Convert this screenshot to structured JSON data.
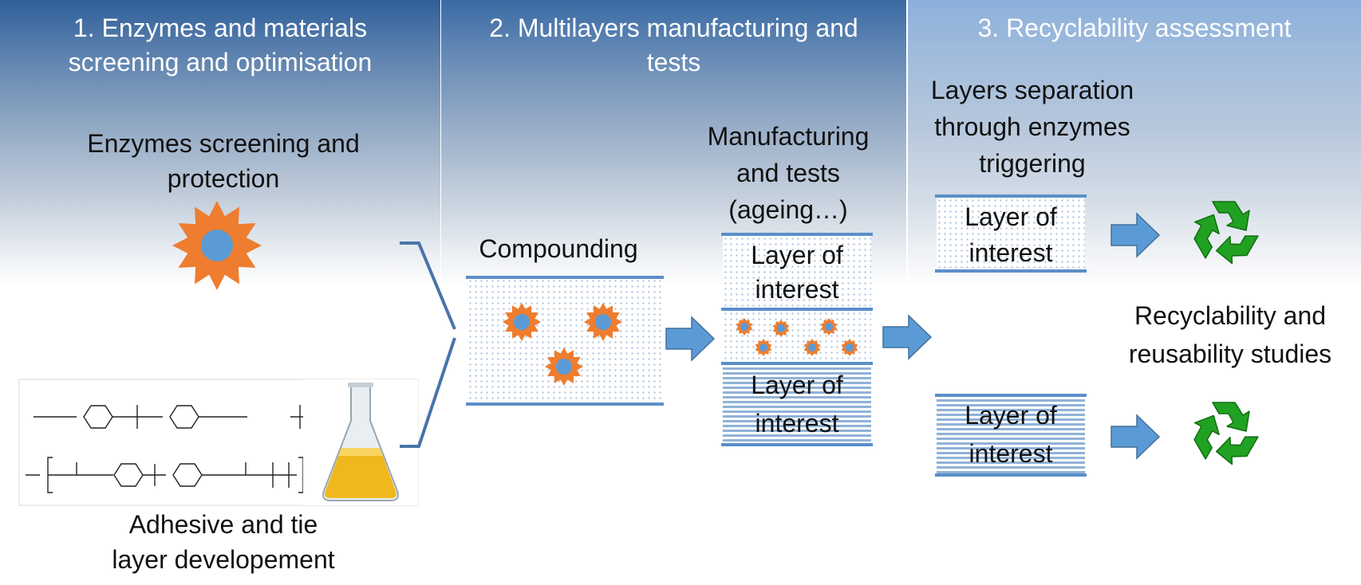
{
  "stages": [
    {
      "title_line1": "1. Enzymes and materials",
      "title_line2": "screening and optimisation"
    },
    {
      "title_line1": "2. Multilayers manufacturing and",
      "title_line2": "tests"
    },
    {
      "title_line1": "3. Recyclability assessment",
      "title_line2": ""
    }
  ],
  "enzymes_label": {
    "line1": "Enzymes screening and",
    "line2": "protection"
  },
  "adhesive_label": {
    "line1": "Adhesive and tie",
    "line2": "layer developement"
  },
  "compounding_label": "Compounding",
  "manufacturing_label": {
    "line1": "Manufacturing",
    "line2": "and tests",
    "line3": "(ageing…)"
  },
  "layer_of_interest": {
    "line1": "Layer of",
    "line2": "interest"
  },
  "separation_label": {
    "line1": "Layers separation",
    "line2": "through enzymes",
    "line3": "triggering"
  },
  "recyclability_label": {
    "line1": "Recyclability and",
    "line2": "reusability  studies"
  },
  "colors": {
    "enzyme_orange": "#ee7d2f",
    "enzyme_blue": "#5b9bd5",
    "arrow_blue": "#5b9bd5",
    "recycle_green": "#21a121",
    "layer_bar": "#5b8fc8"
  },
  "icons": [
    "enzyme-star-icon",
    "flask-icon",
    "recycle-icon",
    "arrow-right-icon",
    "chemical-formula-figure"
  ]
}
